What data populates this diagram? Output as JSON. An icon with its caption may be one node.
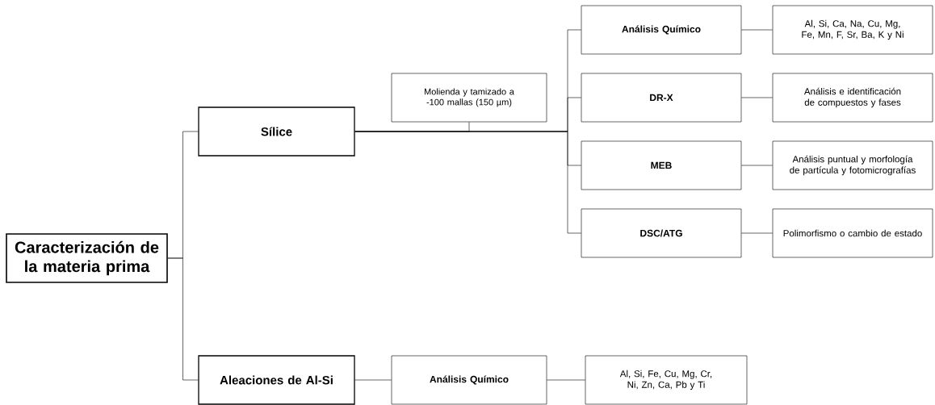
{
  "diagram": {
    "nodes": [
      {
        "text": [
          "Caracterización de la materia prima"
        ]
      },
      {
        "text": [
          "Sílice"
        ]
      },
      {
        "text": [
          "Aleaciones de Al-Si"
        ]
      },
      {
        "text": [
          "Molienda y tamizado a -100 mallas (150 µm)"
        ]
      },
      {
        "text": [
          "Análisis Químico"
        ]
      },
      {
        "text": [
          "DR-X"
        ]
      },
      {
        "text": [
          "MEB"
        ]
      },
      {
        "text": [
          "DSC/ATG"
        ]
      },
      {
        "text": [
          "Al, Si, Ca, Na, Cu, Mg, Fe, Mn, F, Sr, Ba, K y Ni"
        ]
      },
      {
        "text": [
          "Análisis e identificación de compuestos y fases"
        ]
      },
      {
        "text": [
          "Análisis puntual y morfología de partícula y fotomicrografías"
        ]
      },
      {
        "text": [
          "Polimorfismo o cambio de estado"
        ]
      },
      {
        "text": [
          "Análisis Químico"
        ]
      },
      {
        "text": [
          "Al, Si, Fe, Cu, Mg, Cr, Ni, Zn, Ca, Pb y Ti"
        ]
      }
    ],
    "edges": [
      {
        "from": 0,
        "to": 1,
        "arrow": "none"
      },
      {
        "from": 0,
        "to": 2,
        "arrow": "none"
      },
      {
        "from": 1,
        "to": 3,
        "arrow": "none"
      },
      {
        "from": 1,
        "to": 4,
        "arrow": "none"
      },
      {
        "from": 1,
        "to": 5,
        "arrow": "none"
      },
      {
        "from": 1,
        "to": 6,
        "arrow": "none"
      },
      {
        "from": 1,
        "to": 7,
        "arrow": "none"
      },
      {
        "from": 4,
        "to": 8,
        "arrow": "none"
      },
      {
        "from": 5,
        "to": 9,
        "arrow": "none"
      },
      {
        "from": 6,
        "to": 10,
        "arrow": "none"
      },
      {
        "from": 7,
        "to": 11,
        "arrow": "none"
      },
      {
        "from": 2,
        "to": 12,
        "arrow": "none"
      },
      {
        "from": 12,
        "to": 13,
        "arrow": "none"
      }
    ]
  }
}
